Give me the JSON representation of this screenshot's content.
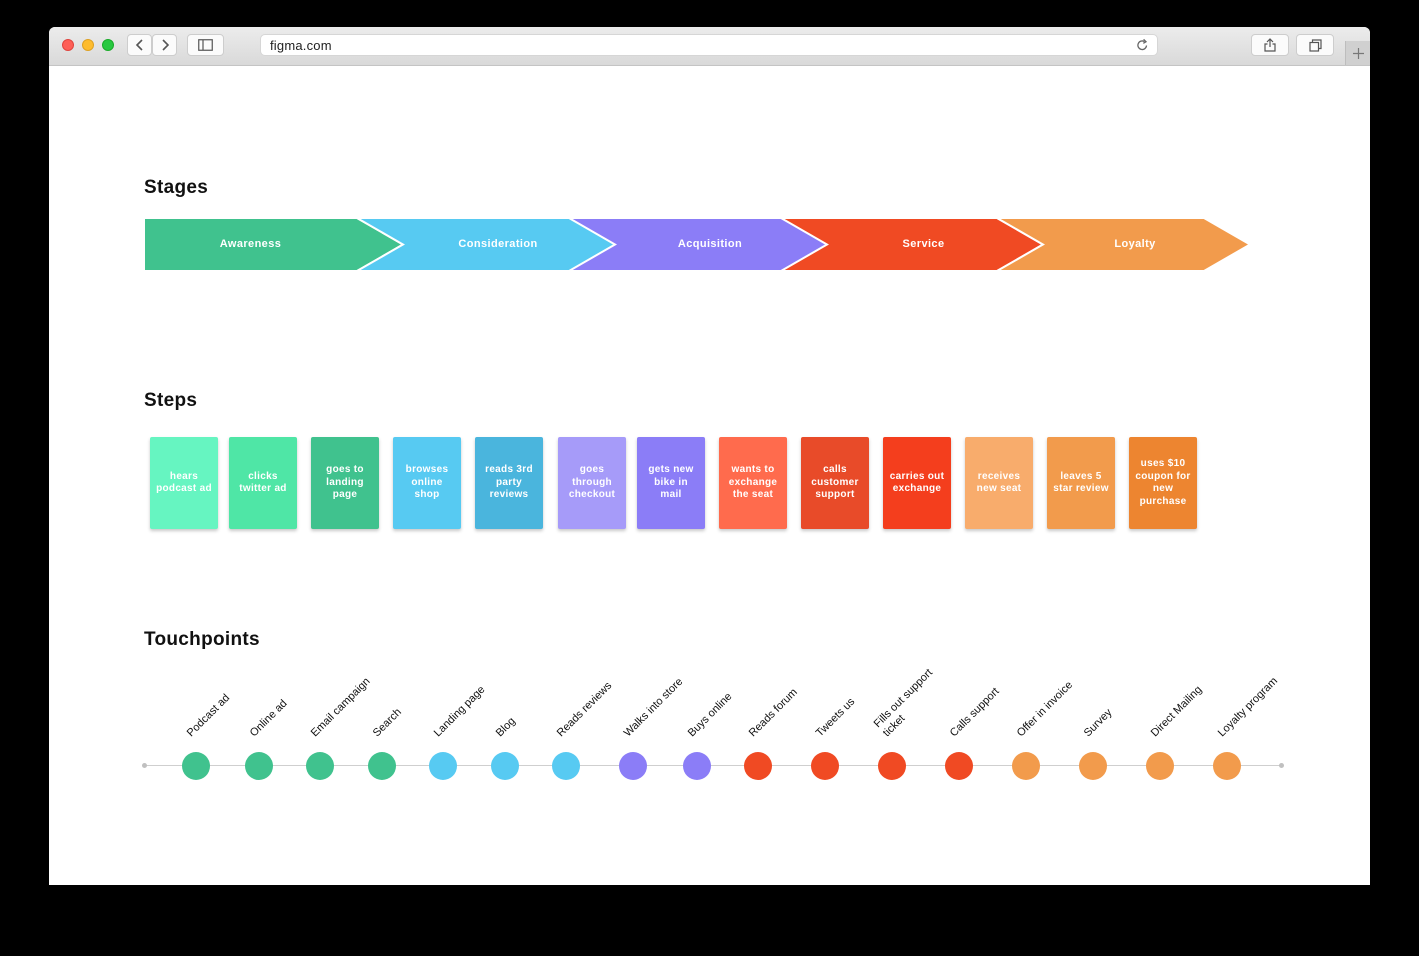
{
  "browser": {
    "url": "figma.com"
  },
  "sections": {
    "stages_title": "Stages",
    "steps_title": "Steps",
    "touchpoints_title": "Touchpoints"
  },
  "colors": {
    "green": "#40c28e",
    "blue": "#57caf2",
    "purple": "#8b7df7",
    "red": "#f04a23",
    "orange": "#f29b4c"
  },
  "stages": [
    {
      "label": "Awareness",
      "color": "#40c28e"
    },
    {
      "label": "Consideration",
      "color": "#57caf2"
    },
    {
      "label": "Acquisition",
      "color": "#8b7df7"
    },
    {
      "label": "Service",
      "color": "#f04a23"
    },
    {
      "label": "Loyalty",
      "color": "#f29b4c"
    }
  ],
  "steps": [
    {
      "label": "hears podcast ad",
      "color": "#66f5c1"
    },
    {
      "label": "clicks twitter ad",
      "color": "#4fe6a6"
    },
    {
      "label": "goes to landing page",
      "color": "#40c28e"
    },
    {
      "label": "browses online shop",
      "color": "#57caf2"
    },
    {
      "label": "reads 3rd party reviews",
      "color": "#4ab5dd"
    },
    {
      "label": "goes through checkout",
      "color": "#a69bf9"
    },
    {
      "label": "gets new bike in mail",
      "color": "#8b7df7"
    },
    {
      "label": "wants to exchange the seat",
      "color": "#ff6b4d"
    },
    {
      "label": "calls customer support",
      "color": "#e84b29"
    },
    {
      "label": "carries out exchange",
      "color": "#f43e1d"
    },
    {
      "label": "receives new seat",
      "color": "#f8ac6c"
    },
    {
      "label": "leaves 5 star review",
      "color": "#f29b4c"
    },
    {
      "label": "uses $10 coupon for new purchase",
      "color": "#ed8530"
    }
  ],
  "touchpoints": [
    {
      "label": "Podcast ad",
      "color": "#40c28e"
    },
    {
      "label": "Online ad",
      "color": "#40c28e"
    },
    {
      "label": "Email campaign",
      "color": "#40c28e"
    },
    {
      "label": "Search",
      "color": "#40c28e"
    },
    {
      "label": "Landing page",
      "color": "#57caf2"
    },
    {
      "label": "Blog",
      "color": "#57caf2"
    },
    {
      "label": "Reads reviews",
      "color": "#57caf2"
    },
    {
      "label": "Walks into store",
      "color": "#8b7df7"
    },
    {
      "label": "Buys online",
      "color": "#8b7df7"
    },
    {
      "label": "Reads forum",
      "color": "#f04a23"
    },
    {
      "label": "Tweets us",
      "color": "#f04a23"
    },
    {
      "label": "Fills out support ticket",
      "color": "#f04a23"
    },
    {
      "label": "Calls support",
      "color": "#f04a23"
    },
    {
      "label": "Offer in invoice",
      "color": "#f29b4c"
    },
    {
      "label": "Survey",
      "color": "#f29b4c"
    },
    {
      "label": "Direct Mailing",
      "color": "#f29b4c"
    },
    {
      "label": "Loyalty program",
      "color": "#f29b4c"
    }
  ]
}
